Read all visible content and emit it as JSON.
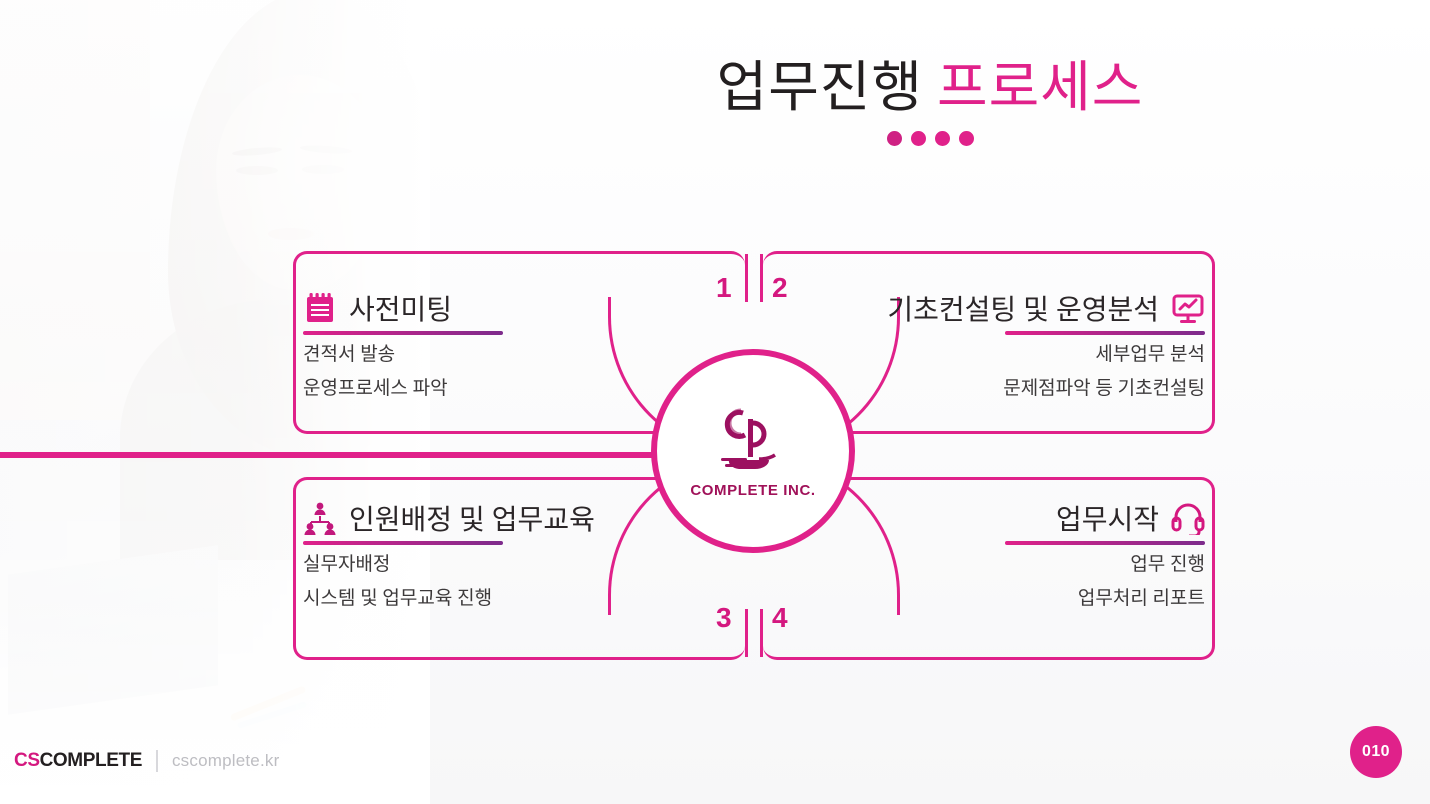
{
  "title": {
    "dark_part": "업무진행",
    "pink_part": "프로세스",
    "dot_count": 4
  },
  "center_logo": {
    "monogram": "cp",
    "wordmark": "COMPLETE INC."
  },
  "steps": [
    {
      "number": "1",
      "icon": "notepad-icon",
      "title": "사전미팅",
      "lines": [
        "견적서 발송",
        "운영프로세스 파악"
      ]
    },
    {
      "number": "2",
      "icon": "presentation-chart-icon",
      "title": "기초컨설팅 및 운영분석",
      "lines": [
        "세부업무 분석",
        "문제점파악 등 기초컨설팅"
      ]
    },
    {
      "number": "3",
      "icon": "people-group-icon",
      "title": "인원배정 및 업무교육",
      "lines": [
        "실무자배정",
        "시스템 및 업무교육 진행"
      ]
    },
    {
      "number": "4",
      "icon": "headset-icon",
      "title": "업무시작",
      "lines": [
        "업무 진행",
        "업무처리 리포트"
      ]
    }
  ],
  "footer": {
    "brand_prefix": "CS",
    "brand_suffix": "COMPLETE",
    "site": "cscomplete.kr"
  },
  "page_number": "010",
  "colors": {
    "pink": "#e0218a",
    "pink_dark": "#a01159",
    "purple": "#7d2b8c",
    "ink": "#231f20",
    "muted": "#bdbdc2"
  }
}
